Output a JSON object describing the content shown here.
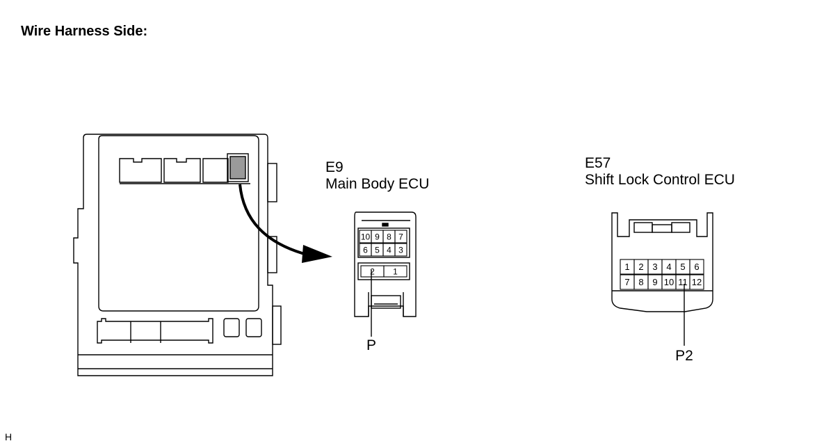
{
  "heading": "Wire Harness Side:",
  "connectors": [
    {
      "code": "E9",
      "name": "Main Body ECU",
      "pins_row1": [
        "10",
        "9",
        "8",
        "7"
      ],
      "pins_row2": [
        "6",
        "5",
        "4",
        "3"
      ],
      "pins_row3": [
        "2",
        "1"
      ],
      "callout": "P"
    },
    {
      "code": "E57",
      "name": "Shift Lock Control ECU",
      "pins_row1": [
        "1",
        "2",
        "3",
        "4",
        "5",
        "6"
      ],
      "pins_row2": [
        "7",
        "8",
        "9",
        "10",
        "11",
        "12"
      ],
      "callout": "P2"
    }
  ],
  "footer_mark": "H"
}
